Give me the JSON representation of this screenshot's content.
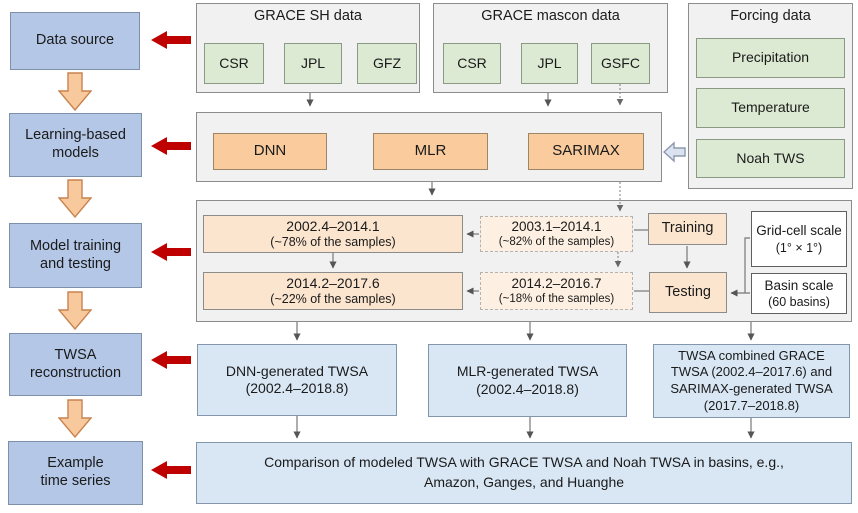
{
  "palette": {
    "step_box": "#b4c7e7",
    "container": "#f1f1f1",
    "data_box": "#dcead3",
    "model_box": "#f9cb9d",
    "period_box": "#fbe5cf",
    "dashed_period_box": "#fdf0e2",
    "result_box": "#d9e7f5",
    "red_arrow": "#bf0000",
    "orange_arrow": "#f7c99d"
  },
  "pipeline_steps": [
    {
      "line1": "Data source",
      "line2": ""
    },
    {
      "line1": "Learning-based",
      "line2": "models"
    },
    {
      "line1": "Model training",
      "line2": "and testing"
    },
    {
      "line1": "TWSA",
      "line2": "reconstruction"
    },
    {
      "line1": "Example",
      "line2": "time series"
    }
  ],
  "data_sources": {
    "grace_sh": {
      "title": "GRACE SH data",
      "items": [
        "CSR",
        "JPL",
        "GFZ"
      ]
    },
    "grace_mascon": {
      "title": "GRACE mascon data",
      "items": [
        "CSR",
        "JPL",
        "GSFC"
      ]
    },
    "forcing": {
      "title": "Forcing data",
      "items": [
        "Precipitation",
        "Temperature",
        "Noah TWS"
      ]
    }
  },
  "models": [
    "DNN",
    "MLR",
    "SARIMAX"
  ],
  "training": {
    "grid_train": {
      "period": "2002.4–2014.1",
      "share": "(~78% of the samples)"
    },
    "basin_train": {
      "period": "2003.1–2014.1",
      "share": "(~82% of the samples)"
    },
    "grid_test": {
      "period": "2014.2–2017.6",
      "share": "(~22% of the samples)"
    },
    "basin_test": {
      "period": "2014.2–2016.7",
      "share": "(~18% of the samples)"
    },
    "training_label": "Training",
    "testing_label": "Testing",
    "grid_scale": {
      "name": "Grid-cell scale",
      "detail": "(1° × 1°)"
    },
    "basin_scale": {
      "name": "Basin scale",
      "detail": "(60 basins)"
    }
  },
  "reconstruction": [
    {
      "name": "DNN-generated TWSA",
      "period": "(2002.4–2018.8)"
    },
    {
      "name": "MLR-generated TWSA",
      "period": "(2002.4–2018.8)"
    },
    {
      "name": "TWSA combined GRACE TWSA (2002.4–2017.6) and SARIMAX-generated TWSA (2017.7–2018.8)"
    }
  ],
  "comparison": {
    "text": "Comparison of modeled TWSA with GRACE TWSA and Noah TWSA in basins, e.g., Amazon, Ganges, and Huanghe"
  }
}
